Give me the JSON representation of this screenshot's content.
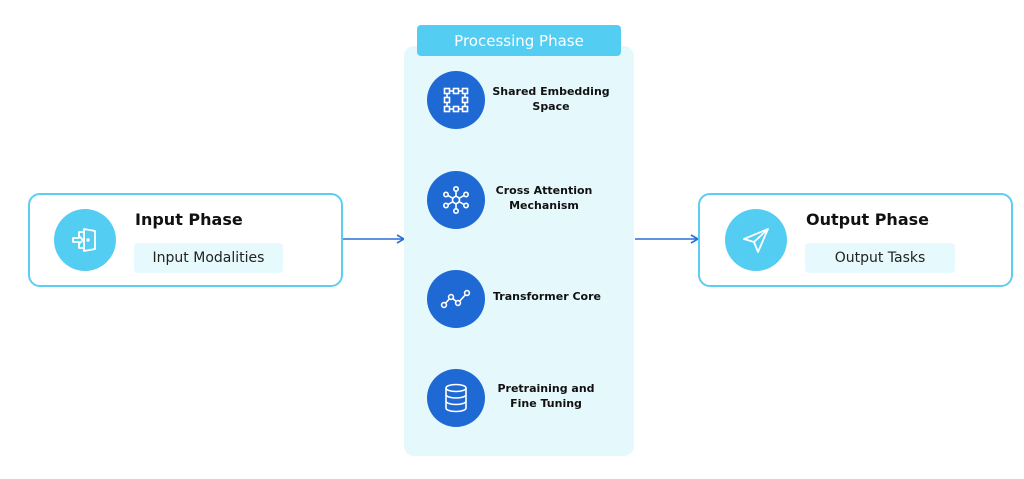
{
  "input": {
    "title": "Input Phase",
    "pill": "Input Modalities",
    "icon": "door-enter-icon"
  },
  "processing": {
    "header": "Processing Phase",
    "steps": [
      {
        "label_line1": "Shared Embedding",
        "label_line2": "Space",
        "icon": "bounding-box-icon"
      },
      {
        "label_line1": "Cross Attention",
        "label_line2": "Mechanism",
        "icon": "network-hub-icon"
      },
      {
        "label_line1": "Transformer Core",
        "label_line2": "",
        "icon": "line-graph-icon"
      },
      {
        "label_line1": "Pretraining and",
        "label_line2": "Fine Tuning",
        "icon": "database-icon"
      }
    ]
  },
  "output": {
    "title": "Output Phase",
    "pill": "Output Tasks",
    "icon": "paper-plane-icon"
  },
  "colors": {
    "card_border": "#5ccdf3",
    "accent_light": "#54cdf3",
    "accent_dark": "#1f69d4",
    "panel_bg": "#e5f9fd",
    "arrow": "#2a6fd6"
  }
}
